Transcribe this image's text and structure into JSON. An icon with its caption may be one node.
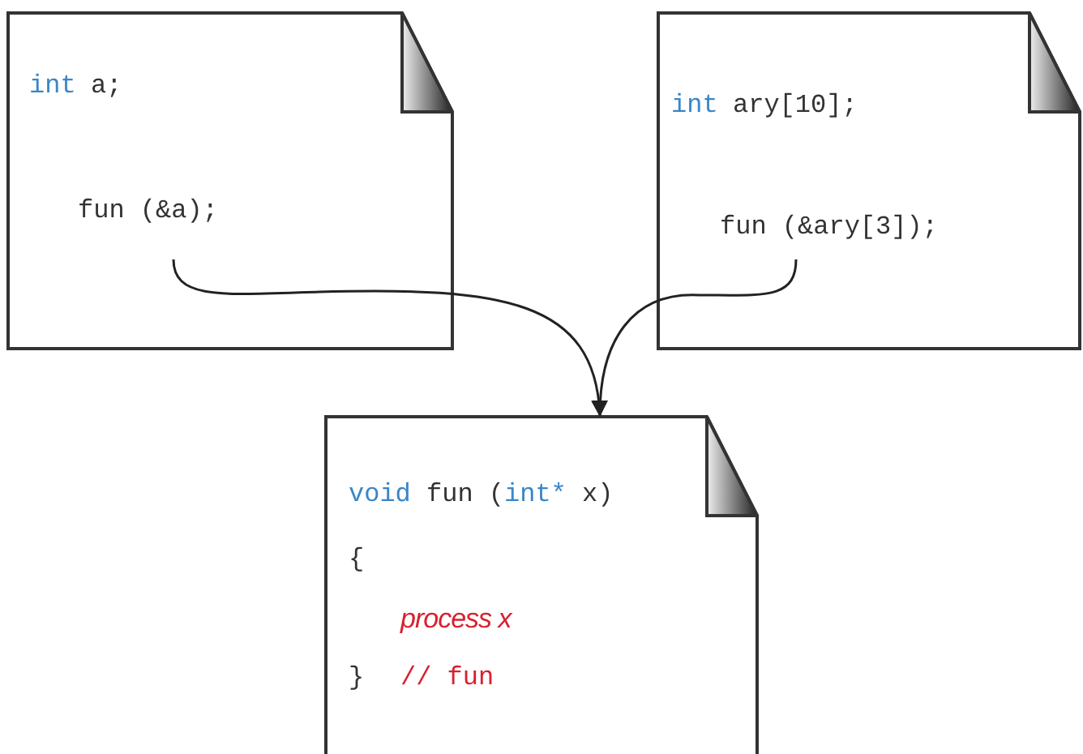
{
  "diagram": {
    "nodes": [
      {
        "text": [
          "int",
          "a;",
          "fun (&a);"
        ]
      },
      {
        "text": [
          "int",
          "ary[10];",
          "fun (&ary[3]);"
        ]
      },
      {
        "text": [
          "void",
          "fun (",
          "int*",
          "x)",
          "{",
          "process x",
          "}",
          "// fun"
        ]
      }
    ],
    "edges": [
      {
        "from": 0,
        "to": 2,
        "arrow": "to"
      },
      {
        "from": 1,
        "to": 2,
        "arrow": "to"
      }
    ]
  }
}
